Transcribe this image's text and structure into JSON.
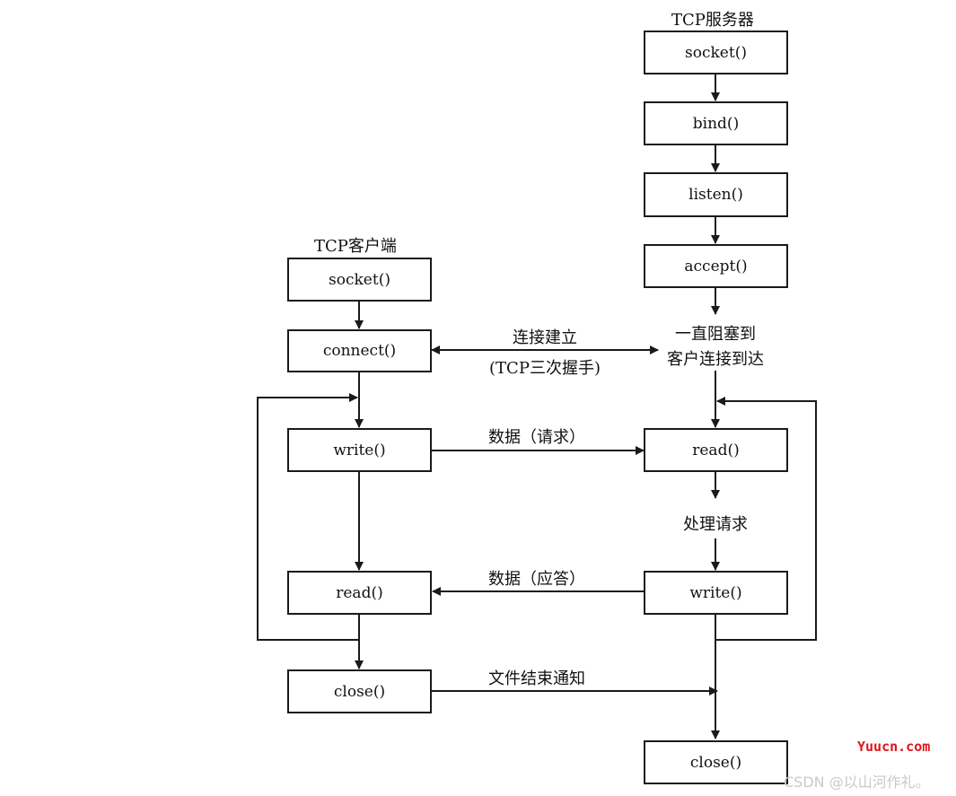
{
  "server": {
    "title": "TCP服务器",
    "boxes": {
      "socket": "socket()",
      "bind": "bind()",
      "listen": "listen()",
      "accept": "accept()",
      "read": "read()",
      "write": "write()",
      "close": "close()"
    },
    "block_text_line1": "一直阻塞到",
    "block_text_line2": "客户连接到达",
    "process_text": "处理请求"
  },
  "client": {
    "title": "TCP客户端",
    "boxes": {
      "socket": "socket()",
      "connect": "connect()",
      "write": "write()",
      "read": "read()",
      "close": "close()"
    }
  },
  "edges": {
    "connect_line1": "连接建立",
    "connect_line2": "(TCP三次握手)",
    "request": "数据（请求）",
    "response": "数据（应答）",
    "eof": "文件结束通知"
  },
  "watermarks": {
    "site": "Yuucn.com",
    "author": "CSDN @以山河作礼。"
  }
}
